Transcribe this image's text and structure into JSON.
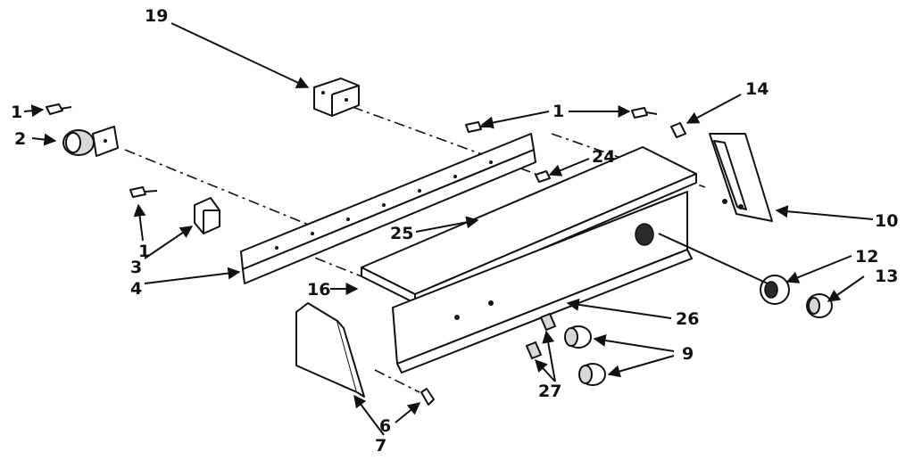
{
  "callouts": {
    "c1a": "1",
    "c2": "2",
    "c19": "19",
    "c1b": "1",
    "c14": "14",
    "c24": "24",
    "c1c": "1",
    "c3": "3",
    "c4": "4",
    "c25": "25",
    "c10": "10",
    "c12": "12",
    "c13": "13",
    "c16": "16",
    "c26": "26",
    "c9": "9",
    "c27": "27",
    "c6": "6",
    "c7": "7"
  }
}
